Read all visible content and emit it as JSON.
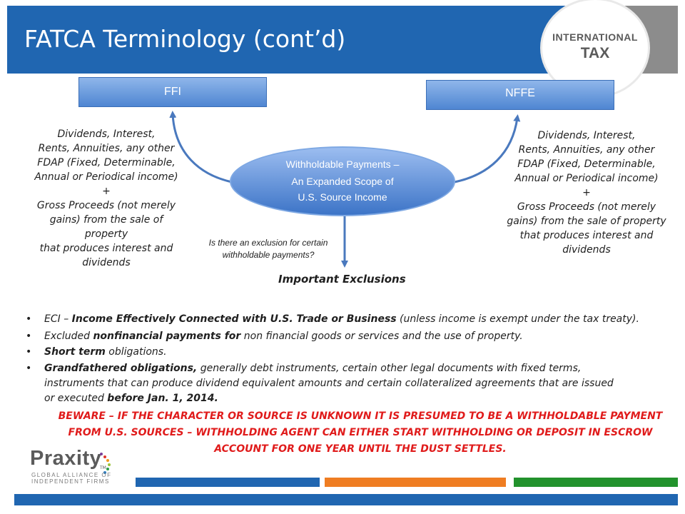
{
  "title": "FATCA Terminology (cont’d)",
  "badge": {
    "line1": "INTERNATIONAL",
    "line2": "TAX"
  },
  "diagram": {
    "left_box": "FFI",
    "right_box": "NFFE",
    "center_lines": [
      "Withholdable Payments –",
      "An Expanded Scope of",
      "U.S. Source Income"
    ],
    "left_text": [
      "Dividends, Interest,",
      "Rents, Annuities, any other",
      "FDAP (Fixed, Determinable,",
      "Annual or Periodical income)",
      "+",
      "Gross Proceeds (not merely",
      "gains) from the sale of",
      "property",
      "that produces interest and",
      "dividends"
    ],
    "right_text": [
      "Dividends, Interest,",
      "Rents, Annuities, any other",
      "FDAP (Fixed, Determinable,",
      "Annual or Periodical income)",
      "+",
      "Gross Proceeds (not merely",
      "gains) from the sale of property",
      "that produces interest and",
      "dividends"
    ],
    "question_lines": [
      "Is there an exclusion for certain",
      "withholdable payments?"
    ],
    "exclusions_heading": "Important  Exclusions"
  },
  "bullets": {
    "b1": {
      "a": "ECI – ",
      "b": "Income Effectively Connected with U.S. Trade or Business",
      "c": " (unless income is exempt under the tax treaty)."
    },
    "b2": {
      "a": "Excluded ",
      "b": "nonfinancial payments for",
      "c": " non financial goods or services and the use of property."
    },
    "b3": {
      "a": "Short term",
      "b": " obligations."
    },
    "b4": {
      "a": "Grandfathered obligations,",
      "b": " generally debt instruments, certain other legal documents with fixed terms,",
      "line2": "instruments that can produce dividend equivalent amounts and certain collateralized agreements that are issued",
      "line3a": "or executed ",
      "line3b": "before Jan. 1, 2014."
    }
  },
  "warning_lines": [
    "BEWARE – IF THE CHARACTER OR SOURCE IS UNKNOWN IT IS PRESUMED TO BE A WITHHOLDABLE PAYMENT",
    "FROM U.S. SOURCES – WITHHOLDING AGENT CAN EITHER START WITHHOLDING OR DEPOSIT IN ESCROW",
    "ACCOUNT FOR ONE YEAR UNTIL THE DUST SETTLES."
  ],
  "logo": {
    "word": "Praxity",
    "tm": "TM",
    "sub1": "GLOBAL ALLIANCE OF",
    "sub2": "INDEPENDENT FIRMS"
  },
  "colors": {
    "title_bar": "#2066b1",
    "accent_gray": "#8c8c8c",
    "bar_blue": "#2066b1",
    "bar_orange": "#ef7d22",
    "bar_green": "#22922c",
    "warning_red": "#e01b1b"
  }
}
